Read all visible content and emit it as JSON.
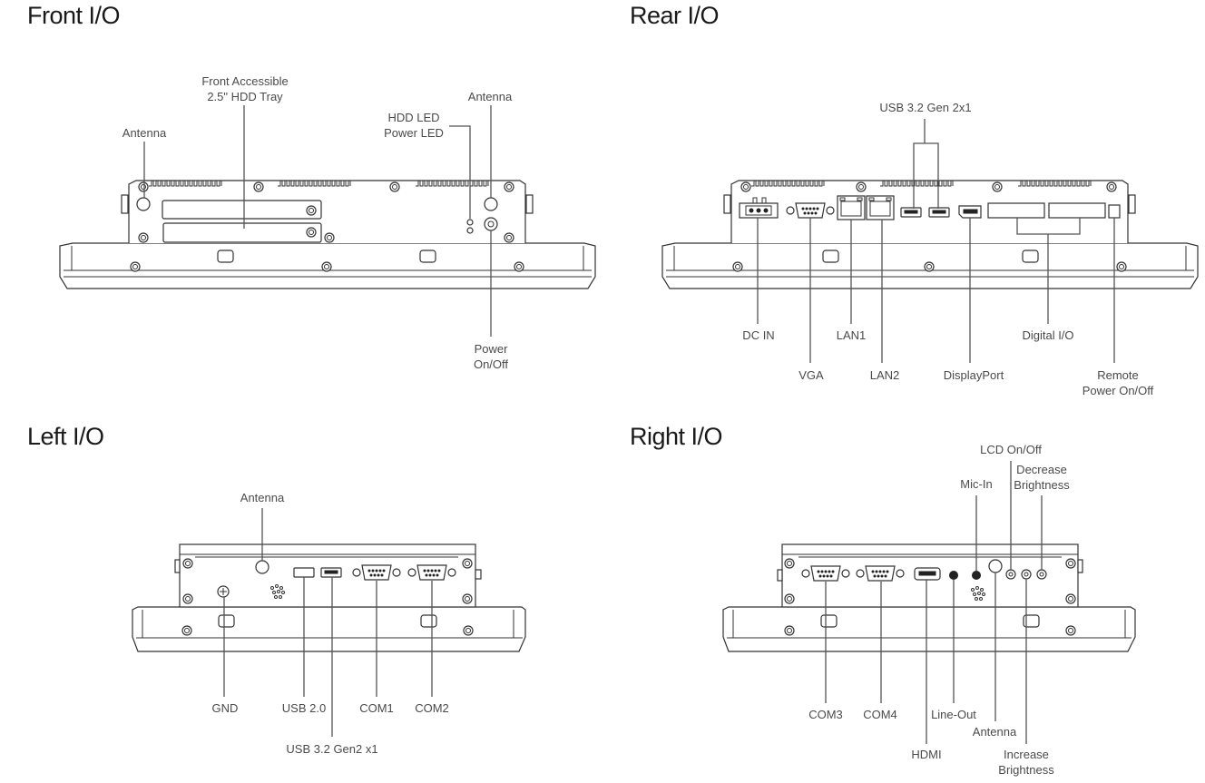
{
  "sections": {
    "front": {
      "title": "Front I/O",
      "labels": {
        "antenna_left": "Antenna",
        "hdd_tray": "Front Accessible\n2.5\" HDD Tray",
        "hdd_power_led": "HDD LED\nPower LED",
        "antenna_right": "Antenna",
        "power": "Power\nOn/Off"
      }
    },
    "rear": {
      "title": "Rear I/O",
      "labels": {
        "usb32": "USB 3.2 Gen 2x1",
        "dc_in": "DC IN",
        "vga": "VGA",
        "lan1": "LAN1",
        "lan2": "LAN2",
        "displayport": "DisplayPort",
        "digital_io": "Digital I/O",
        "remote_power": "Remote\nPower On/Off"
      }
    },
    "left": {
      "title": "Left I/O",
      "labels": {
        "antenna": "Antenna",
        "gnd": "GND",
        "usb20": "USB 2.0",
        "usb32": "USB 3.2 Gen2 x1",
        "com1": "COM1",
        "com2": "COM2"
      }
    },
    "right": {
      "title": "Right I/O",
      "labels": {
        "lcd_onoff": "LCD On/Off",
        "mic_in": "Mic-In",
        "decrease_brightness": "Decrease\nBrightness",
        "com3": "COM3",
        "com4": "COM4",
        "hdmi": "HDMI",
        "line_out": "Line-Out",
        "antenna": "Antenna",
        "increase_brightness": "Increase\nBrightness"
      }
    }
  }
}
